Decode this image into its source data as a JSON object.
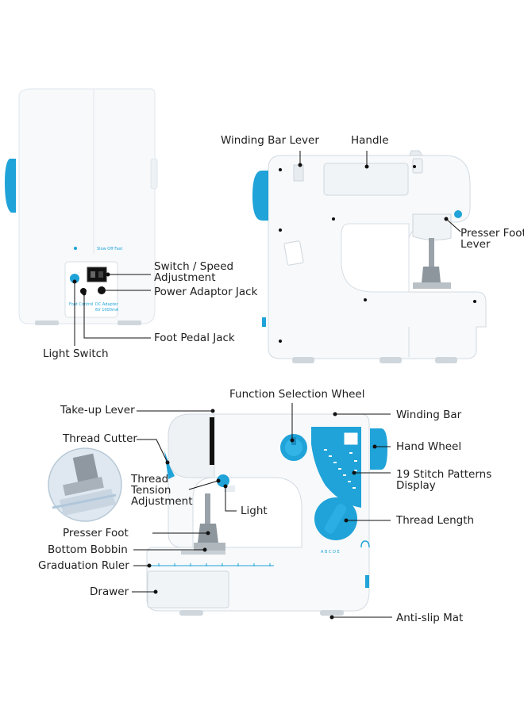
{
  "colors": {
    "accent": "#1fa3d8",
    "body": "#f7f9fb",
    "outline": "#d3dbe2",
    "line": "#111111"
  },
  "labels": {
    "winding_bar_lever": "Winding Bar Lever",
    "handle": "Handle",
    "presser_foot_lever": [
      "Presser Foot",
      "Lever"
    ],
    "switch_speed": [
      "Switch / Speed",
      "Adjustment"
    ],
    "power_adaptor_jack": "Power Adaptor Jack",
    "foot_pedal_jack": "Foot Pedal Jack",
    "light_switch": "Light Switch",
    "function_selection_wheel": "Function Selection Wheel",
    "take_up_lever": "Take-up Lever",
    "winding_bar": "Winding Bar",
    "thread_cutter": "Thread Cutter",
    "hand_wheel": "Hand Wheel",
    "thread_tension": [
      "Thread",
      "Tension",
      "Adjustment"
    ],
    "stitch_patterns": [
      "19 Stitch Patterns",
      "Display"
    ],
    "light": "Light",
    "thread_length": "Thread Length",
    "presser_foot": "Presser Foot",
    "bottom_bobbin": "Bottom Bobbin",
    "graduation_ruler": "Graduation Ruler",
    "drawer": "Drawer",
    "anti_slip_mat": "Anti-slip Mat"
  },
  "machine_marks": {
    "side_panel_top": "Slow Off Fast",
    "foot_control": "Foot Control",
    "adapter": [
      "DC Adapter",
      "6V 1000mA"
    ],
    "length_letters": "A B C D E"
  }
}
